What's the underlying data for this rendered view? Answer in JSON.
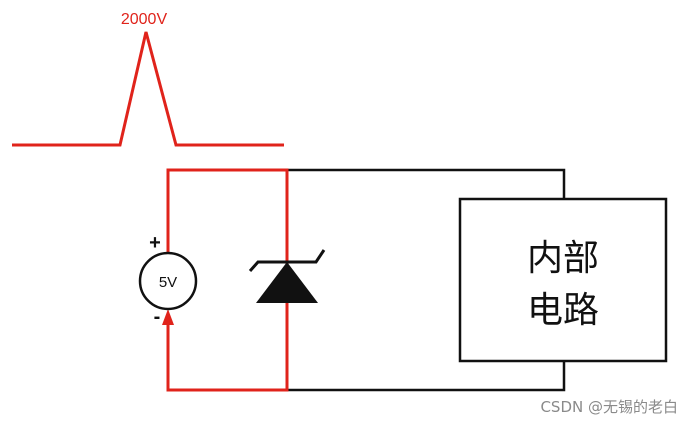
{
  "pulse": {
    "peak_label": "2000V",
    "color": "#e0231b"
  },
  "source": {
    "label": "5V",
    "plus_sign": "+",
    "minus_sign": "-"
  },
  "diode": {
    "icon": "zener-diode-icon"
  },
  "internal_circuit": {
    "line1": "内部",
    "line2": "电路"
  },
  "colors": {
    "wire": "#111111",
    "surge_path": "#e0231b",
    "watermark": "#8a8a8a"
  },
  "watermark": {
    "text": "CSDN @无锡的老白"
  }
}
